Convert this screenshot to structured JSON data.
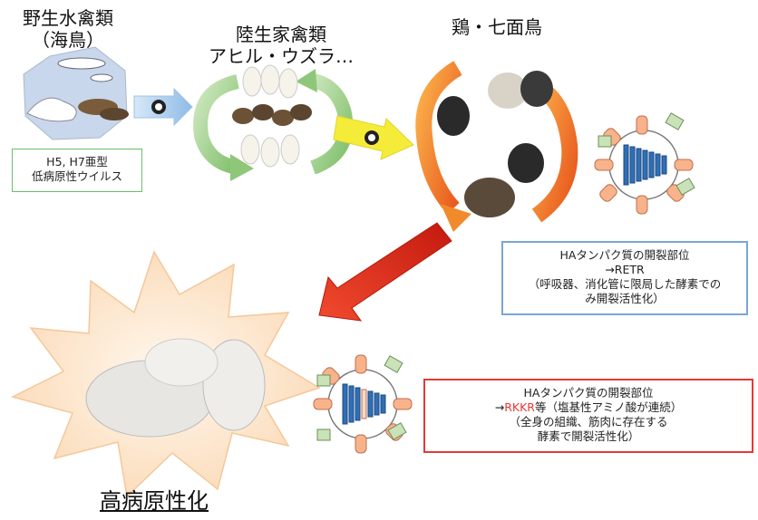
{
  "wild": {
    "title_line1": "野生水禽類",
    "title_line2": "（海鳥）"
  },
  "poultry": {
    "title_line1": "陸生家禽類",
    "title_line2": "アヒル・ウズラ…"
  },
  "chicken": {
    "title": "鶏・七面鳥"
  },
  "lpai_box": {
    "line1": "H5, H7亜型",
    "line2": "低病原性ウイルス"
  },
  "cleave_low": {
    "line1": "HAタンパク質の開裂部位",
    "line2": "→RETR",
    "line3": "（呼吸器、消化管に限局した酵素での",
    "line4": "み開裂活性化）"
  },
  "cleave_high": {
    "line1": "HAタンパク質の開裂部位",
    "line2_prefix": "→",
    "line2_highlight": "RKKR",
    "line2_suffix": "等（塩基性アミノ酸が連続）",
    "line3": "（全身の組織、筋肉に存在する",
    "line4": "酵素で開裂活性化）"
  },
  "hpai_label": "高病原性化",
  "colors": {
    "blue_arrow": "#9cc3e6",
    "yellow_arrow": "#f5ec3a",
    "red_arrow": "#e8321c",
    "green_box": "#6abf69",
    "blue_box": "#7aa6d6",
    "red_box": "#e53935",
    "cycle_green": "#9fcf8a",
    "cycle_orange": "#f08a2a"
  }
}
